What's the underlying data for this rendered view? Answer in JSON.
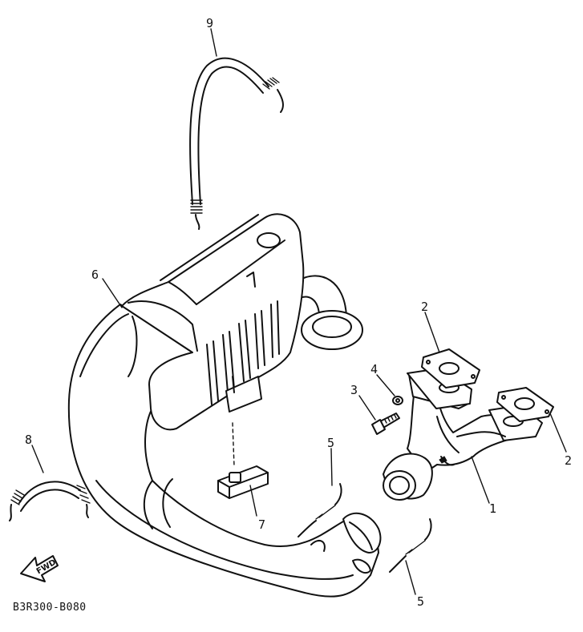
{
  "callouts": {
    "c1": "1",
    "c2a": "2",
    "c2b": "2",
    "c3": "3",
    "c4": "4",
    "c5a": "5",
    "c5b": "5",
    "c6": "6",
    "c7": "7",
    "c8": "8",
    "c9": "9"
  },
  "fwd_label": "FWD",
  "diagram_code": "B3R300-B080"
}
